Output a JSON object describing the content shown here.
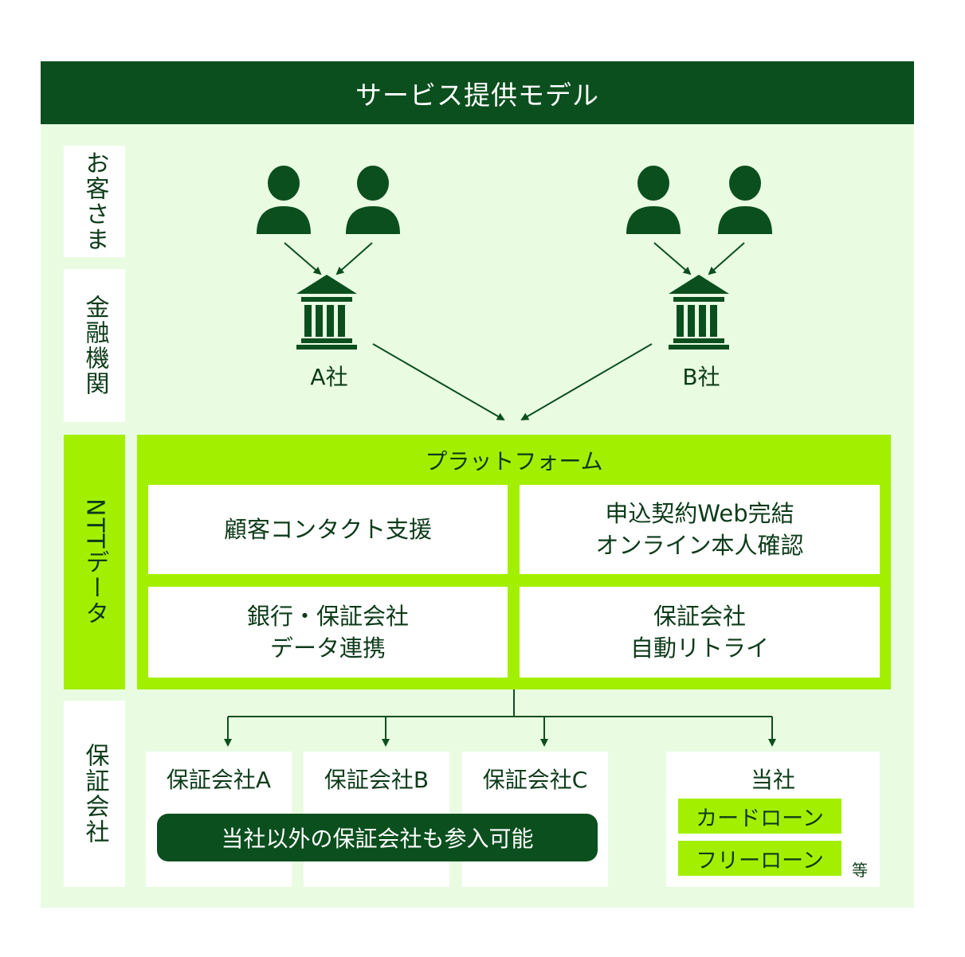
{
  "title": "サービス提供モデル",
  "rows": {
    "customers": "お客さま",
    "financial": "金融機関",
    "ntt": "NTTデータ",
    "guarantee": "保証会社"
  },
  "banks": {
    "a": "A社",
    "b": "B社"
  },
  "platform": {
    "title": "プラットフォーム",
    "cells": [
      "顧客コンタクト支援",
      "申込契約Web完結\nオンライン本人確認",
      "銀行・保証会社\nデータ連携",
      "保証会社\n自動リトライ"
    ]
  },
  "guarantors": {
    "a": "保証会社A",
    "b": "保証会社B",
    "c": "保証会社C",
    "own": "当社",
    "note": "当社以外の保証会社も参入可能",
    "loans": [
      "カードローン",
      "フリーローン"
    ],
    "etc": "等"
  },
  "colors": {
    "dark_green": "#0b4f1e",
    "lime": "#a2f000",
    "pale": "#e9fce2"
  },
  "icons": [
    "person-icon",
    "bank-icon",
    "arrow-icon"
  ]
}
